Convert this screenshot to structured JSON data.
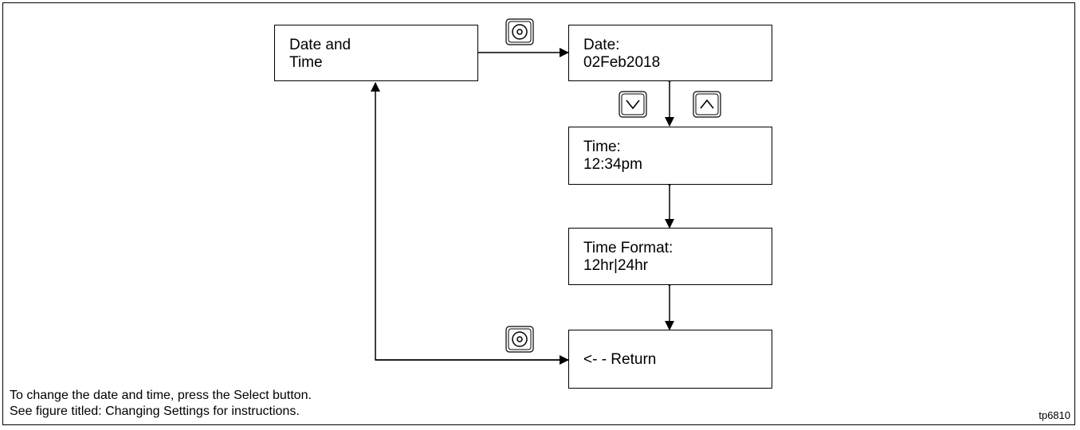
{
  "boxes": {
    "date_time": {
      "line1": "Date and",
      "line2": "Time"
    },
    "date": {
      "line1": "Date:",
      "line2": "02Feb2018"
    },
    "time": {
      "line1": "Time:",
      "line2": "12:34pm"
    },
    "time_format": {
      "line1": "Time Format:",
      "line2": "12hr|24hr"
    },
    "return": {
      "line1": "<- - Return"
    }
  },
  "buttons": {
    "select_icon": "select-button-icon",
    "down_icon": "down-arrow-button-icon",
    "up_icon": "up-arrow-button-icon"
  },
  "notes": {
    "line1": "To change the date and time, press the Select button.",
    "line2": "See figure titled: Changing Settings for instructions."
  },
  "figure_tag": "tp6810"
}
